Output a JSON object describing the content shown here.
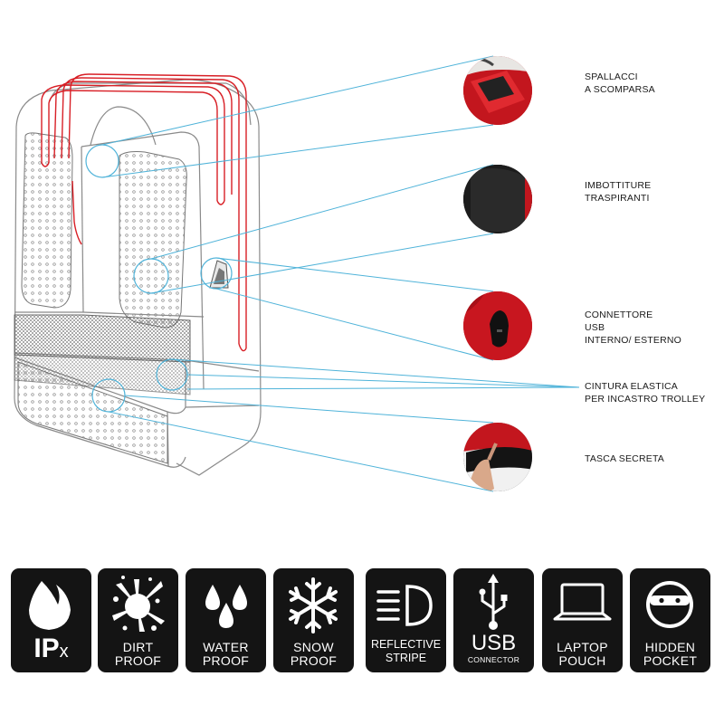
{
  "features": [
    {
      "lines": [
        "SPALLACCI",
        "A SCOMPARSA"
      ]
    },
    {
      "lines": [
        "IMBOTTITURE",
        "TRASPIRANTI"
      ]
    },
    {
      "lines": [
        "CONNETTORE",
        "USB",
        "INTERNO/ ESTERNO"
      ]
    },
    {
      "lines": [
        "CINTURA ELASTICA",
        "PER INCASTRO TROLLEY"
      ]
    },
    {
      "lines": [
        "TASCA SECRETA"
      ]
    }
  ],
  "badges": [
    {
      "icon": "water-drop-icon",
      "main": "IP",
      "sub": "x"
    },
    {
      "icon": "dirt-splat-icon",
      "lines": [
        "DIRT",
        "PROOF"
      ]
    },
    {
      "icon": "water-drops-icon",
      "lines": [
        "WATER",
        "PROOF"
      ]
    },
    {
      "icon": "snowflake-icon",
      "lines": [
        "SNOW",
        "PROOF"
      ]
    },
    {
      "icon": "reflective-light-icon",
      "lines": [
        "REFLECTIVE",
        "STRIPE"
      ]
    },
    {
      "icon": "usb-icon",
      "main": "USB",
      "sub": "CONNECTOR"
    },
    {
      "icon": "laptop-icon",
      "lines": [
        "LAPTOP",
        "POUCH"
      ]
    },
    {
      "icon": "ninja-icon",
      "lines": [
        "HIDDEN",
        "POCKET"
      ]
    }
  ],
  "colors": {
    "leader_line": "#4fb3d9",
    "strap_red": "#d81f26",
    "badge_bg": "#141414",
    "label_text": "#1a1a1a",
    "outline": "#8a8a8a"
  }
}
